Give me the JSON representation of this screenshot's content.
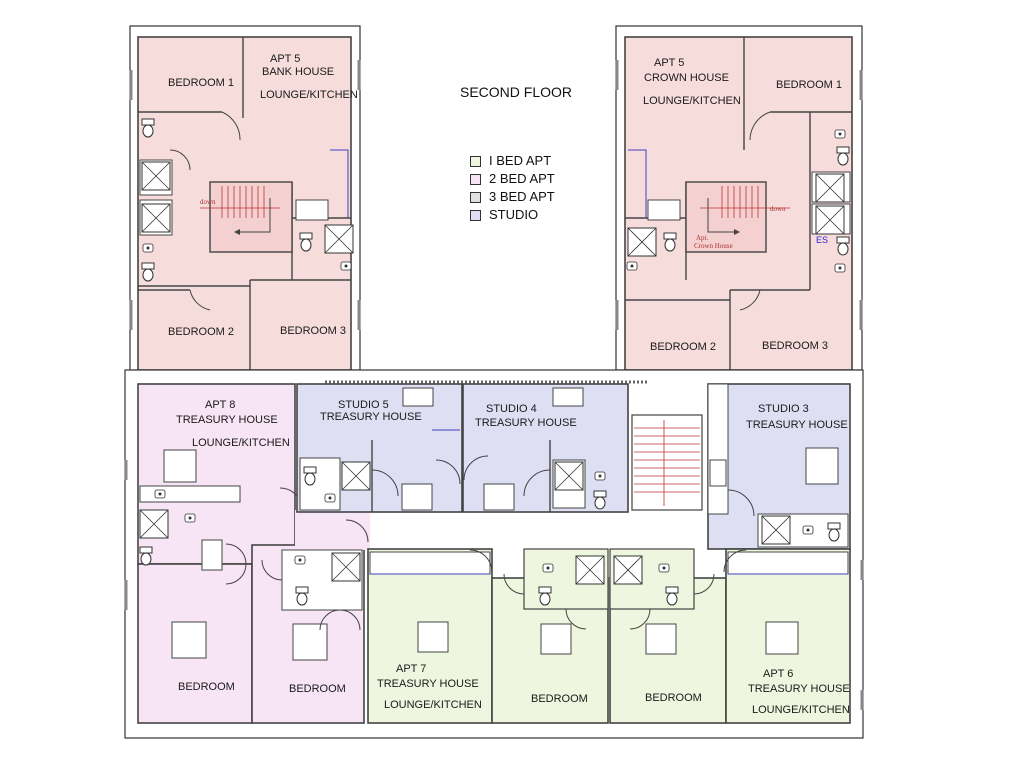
{
  "title": "SECOND FLOOR",
  "colors": {
    "one_bed": "#eef6df",
    "two_bed": "#f7e4f5",
    "three_bed": "#f7dcdc",
    "studio": "#dfdff4",
    "wall": "#333333"
  },
  "legend": [
    {
      "label": "I BED APT",
      "color": "#eef6df"
    },
    {
      "label": "2 BED APT",
      "color": "#f7e4f5"
    },
    {
      "label": "3 BED APT",
      "color": "#e0e0e0"
    },
    {
      "label": "STUDIO",
      "color": "#dfdff4"
    }
  ],
  "bank": {
    "apt": "APT 5",
    "house": "BANK HOUSE",
    "lounge": "LOUNGE/KITCHEN",
    "bed1": "BEDROOM 1",
    "bed2": "BEDROOM 2",
    "bed3": "BEDROOM 3",
    "stair": "down"
  },
  "crown": {
    "apt": "APT 5",
    "house": "CROWN HOUSE",
    "lounge": "LOUNGE/KITCHEN",
    "bed1": "BEDROOM 1",
    "bed2": "BEDROOM 2",
    "bed3": "BEDROOM 3",
    "stair": "down",
    "stair_label_1": "Apt.",
    "stair_label_2": "Crown House",
    "es": "ES"
  },
  "apt8": {
    "apt": "APT 8",
    "house": "TREASURY HOUSE",
    "lounge": "LOUNGE/KITCHEN",
    "bed_a": "BEDROOM",
    "bed_b": "BEDROOM"
  },
  "studio5": {
    "name": "STUDIO 5",
    "house": "TREASURY HOUSE"
  },
  "studio4": {
    "name": "STUDIO 4",
    "house": "TREASURY HOUSE"
  },
  "studio3": {
    "name": "STUDIO 3",
    "house": "TREASURY HOUSE"
  },
  "apt7": {
    "apt": "APT 7",
    "house": "TREASURY HOUSE",
    "lounge": "LOUNGE/KITCHEN",
    "bed": "BEDROOM"
  },
  "apt6": {
    "apt": "APT 6",
    "house": "TREASURY HOUSE",
    "lounge": "LOUNGE/KITCHEN",
    "bed": "BEDROOM"
  }
}
